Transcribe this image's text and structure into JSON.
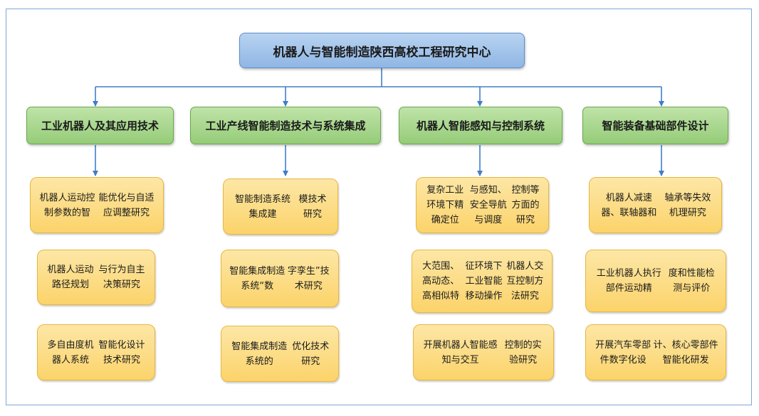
{
  "root": {
    "label": "机器人与智能制造陕西高校工程研究中心"
  },
  "columns": [
    {
      "title": "工业机器人及其应用技术",
      "items": [
        {
          "lines": [
            "机器人运动控制参数的智",
            "能优化与自适应调整研究"
          ]
        },
        {
          "lines": [
            "机器人运动路径规划",
            "与行为自主决策研究"
          ]
        },
        {
          "lines": [
            "多自由度机器人系统",
            "智能化设计技术研究"
          ]
        }
      ]
    },
    {
      "title": "工业产线智能制造技术与系统集成",
      "items": [
        {
          "lines": [
            "智能制造系统集成建",
            "模技术研究"
          ]
        },
        {
          "lines": [
            "智能集成制造系统“数",
            "字孪生”技术研究"
          ]
        },
        {
          "lines": [
            "智能集成制造系统的",
            "优化技术研究"
          ]
        }
      ]
    },
    {
      "title": "机器人智能感知与控制系统",
      "items": [
        {
          "lines": [
            "复杂工业环境下精确定位",
            "与感知、安全导航与调度",
            "控制等方面的研究"
          ]
        },
        {
          "lines": [
            "大范围、高动态、高相似特",
            "征环境下工业智能移动操作",
            "机器人交互控制方法研究"
          ]
        },
        {
          "lines": [
            "开展机器人智能感知与交互",
            "控制的实验研究"
          ]
        }
      ]
    },
    {
      "title": "智能装备基础部件设计",
      "items": [
        {
          "lines": [
            "机器人减速器、联轴器和",
            "轴承等失效机理研究"
          ]
        },
        {
          "lines": [
            "工业机器人执行部件运动精",
            "度和性能检测与评价"
          ]
        },
        {
          "lines": [
            "开展汽车零部件数字化设",
            "计、核心零部件智能化研发"
          ]
        }
      ]
    }
  ],
  "colors": {
    "root_fill": "#9fc2ea",
    "category_fill": "#a9d78e",
    "leaf_fill": "#fcdc80",
    "connector": "#3f7ec9"
  }
}
